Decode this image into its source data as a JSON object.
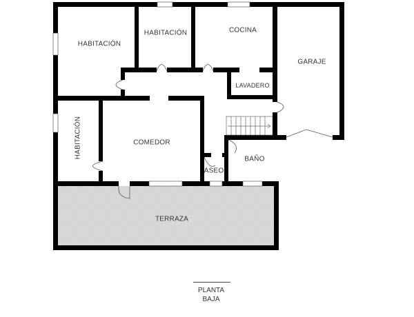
{
  "plan": {
    "title_line1": "PLANTA",
    "title_line2": "BAJA",
    "colors": {
      "wall": "#000000",
      "terrace_fill": "#d9d9d9",
      "background": "#ffffff",
      "label": "#333333"
    }
  },
  "rooms": [
    {
      "id": "habitacion-1",
      "label": "HABITACIÓN"
    },
    {
      "id": "habitacion-2",
      "label": "HABITACIÓN"
    },
    {
      "id": "cocina",
      "label": "COCINA"
    },
    {
      "id": "garaje",
      "label": "GARAJE"
    },
    {
      "id": "lavadero",
      "label": "LAVADERO"
    },
    {
      "id": "habitacion-3",
      "label": "HABITACIÓN"
    },
    {
      "id": "comedor",
      "label": "COMEDOR"
    },
    {
      "id": "aseo",
      "label": "ASEO"
    },
    {
      "id": "bano",
      "label": "BAÑO"
    },
    {
      "id": "terraza",
      "label": "TERRAZA"
    }
  ]
}
